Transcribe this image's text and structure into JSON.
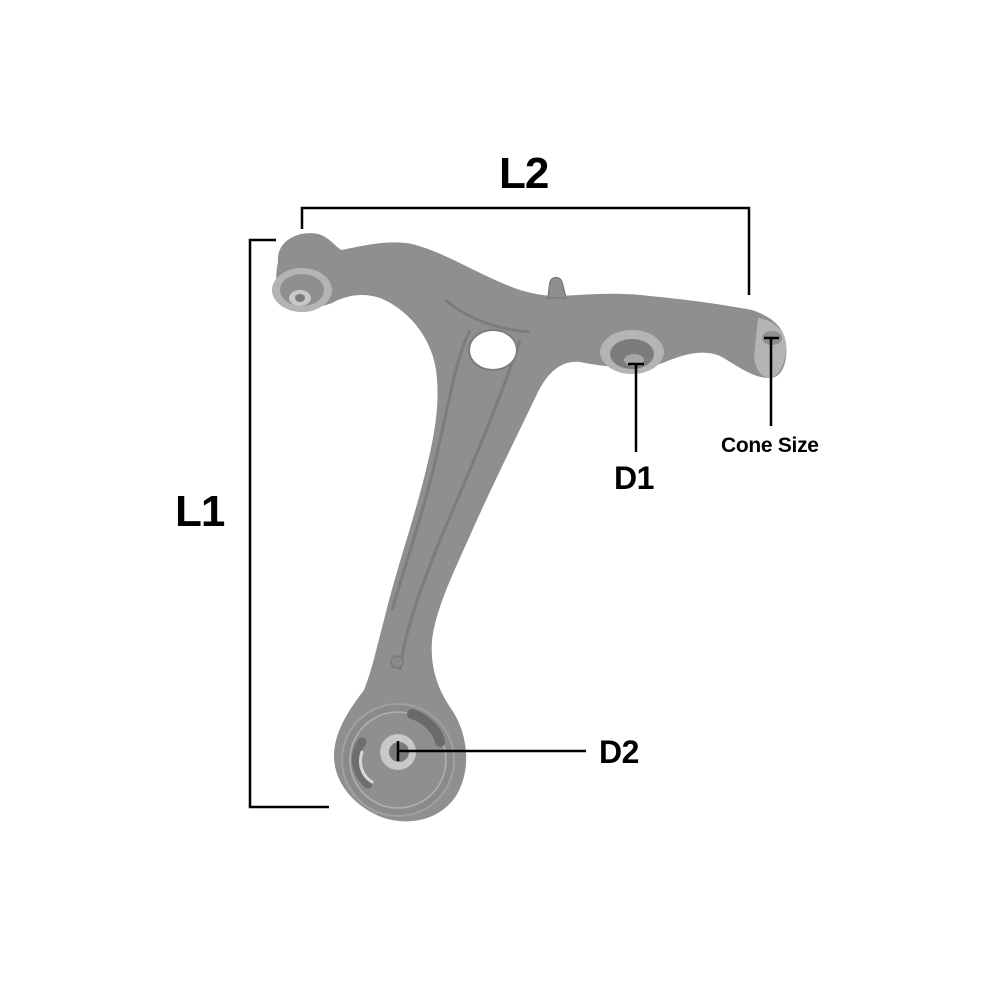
{
  "diagram": {
    "subject": "control-arm",
    "colors": {
      "background": "#ffffff",
      "part_fill": "#8f8f8f",
      "part_dark": "#7c7c7c",
      "part_light": "#b4b4b4",
      "bushing_light": "#c8c8c8",
      "line": "#000000"
    },
    "labels": {
      "l1": "L1",
      "l2": "L2",
      "d1": "D1",
      "d2": "D2",
      "cone_size": "Cone Size"
    }
  }
}
